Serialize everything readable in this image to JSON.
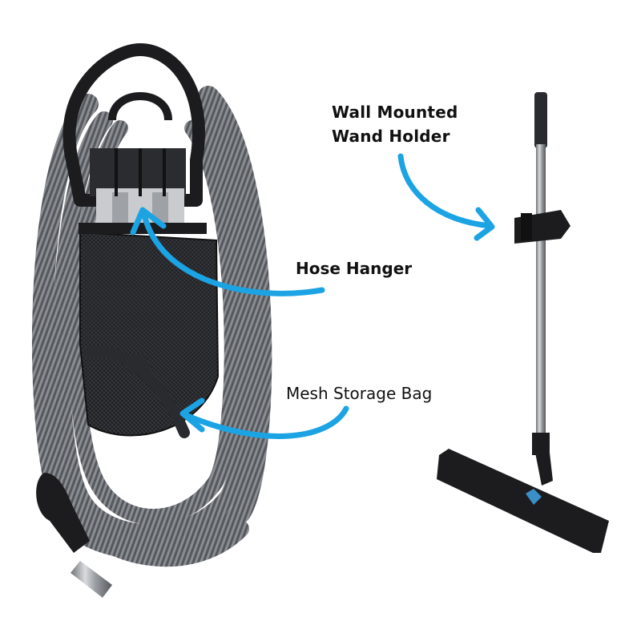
{
  "labels": {
    "wand_holder_line1": "Wall Mounted",
    "wand_holder_line2": "Wand Holder",
    "hose_hanger": "Hose Hanger",
    "mesh_bag": "Mesh Storage Bag"
  },
  "colors": {
    "background": "#ffffff",
    "arrow": "#1ba3e3",
    "hose": "#5c5f64",
    "plastic": "#1c1c1e",
    "chrome": "#a9acb0",
    "text": "#111111"
  }
}
